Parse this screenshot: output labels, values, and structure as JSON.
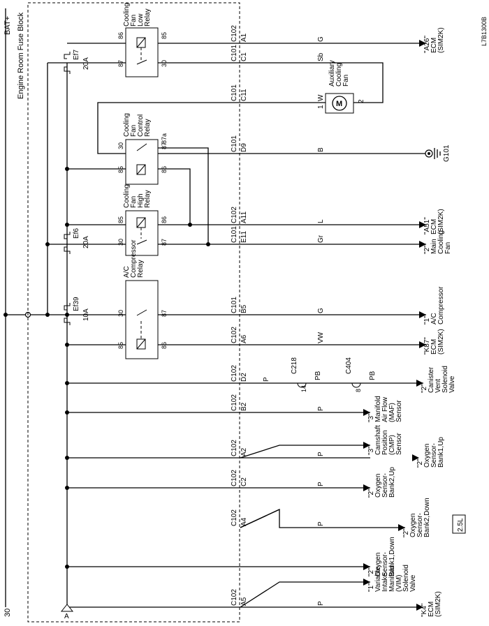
{
  "diagram": {
    "bat_label": "BAT+",
    "bat_number": "30",
    "fuse_block_label": "Engine Room Fuse Block",
    "ref_code": "L7B1300B",
    "ground_marker": "A",
    "variant_box": "2.5L",
    "ground_label": "G101",
    "fuses": [
      {
        "name": "Ef7",
        "rating": "20A"
      },
      {
        "name": "Ef6",
        "rating": "20A"
      },
      {
        "name": "Ef39",
        "rating": "10A"
      }
    ],
    "relays": [
      {
        "name_lines": [
          "Cooling",
          "Fan",
          "Low",
          "Relay"
        ],
        "pins": [
          "86",
          "85",
          "87",
          "30"
        ]
      },
      {
        "name_lines": [
          "Cooling",
          "Fan",
          "Control",
          "Relay"
        ],
        "pins": [
          "30",
          "87",
          "87a",
          "85",
          "86"
        ]
      },
      {
        "name_lines": [
          "Cooling",
          "Fan",
          "High",
          "Relay"
        ],
        "pins": [
          "85",
          "86",
          "30",
          "87"
        ]
      },
      {
        "name_lines": [
          "A/C",
          "Compressor",
          "Relay"
        ],
        "pins": [
          "30",
          "87",
          "85",
          "86"
        ]
      }
    ],
    "motor": {
      "name_lines": [
        "Auxiliary",
        "Cooling",
        "Fan"
      ],
      "symbol": "M",
      "pins": [
        "1",
        "2"
      ]
    },
    "connectors": [
      {
        "conn": "C102",
        "pin": "A1",
        "wire": "G"
      },
      {
        "conn": "C101",
        "pin": "C1",
        "wire": "Sb"
      },
      {
        "conn": "C101",
        "pin": "C11",
        "wire": "W"
      },
      {
        "conn": "C101",
        "pin": "D9",
        "wire": "B"
      },
      {
        "conn": "C102",
        "pin": "A11",
        "wire": "L"
      },
      {
        "conn": "C101",
        "pin": "E11",
        "wire": "Gr"
      },
      {
        "conn": "C101",
        "pin": "B5",
        "wire": "G"
      },
      {
        "conn": "C102",
        "pin": "A6",
        "wire": "VW"
      },
      {
        "conn": "C102",
        "pin": "D2",
        "wire": "P"
      },
      {
        "conn": "C102",
        "pin": "B2",
        "wire": "P"
      },
      {
        "conn": "C102",
        "pin": "A2",
        "wire": "P"
      },
      {
        "conn": "C102",
        "pin": "C2",
        "wire": "P"
      },
      {
        "conn": "C102",
        "pin": "A4",
        "wire": "P"
      },
      {
        "conn": "C102",
        "pin": "A5",
        "wire": "P"
      }
    ],
    "inline": [
      {
        "conn": "C218",
        "pin": "14",
        "wire": "PB"
      },
      {
        "conn": "C404",
        "pin": "8",
        "wire": "PB"
      }
    ],
    "destinations": [
      {
        "ref": "\"A26\"",
        "lines": [
          "ECM",
          "(SIM2K)"
        ]
      },
      {
        "ref": "\"A51\"",
        "lines": [
          "ECM",
          "(SIM2K)"
        ]
      },
      {
        "ref": "\"2\"",
        "lines": [
          "Main",
          "Cooling",
          "Fan"
        ]
      },
      {
        "ref": "\"1\"",
        "lines": [
          "A/C",
          "Compressor"
        ]
      },
      {
        "ref": "\"K87\"",
        "lines": [
          "ECM",
          "(SIM2K)"
        ]
      },
      {
        "ref": "\"2\"",
        "lines": [
          "Canister",
          "Vent",
          "Solenoid",
          "Valve"
        ]
      },
      {
        "ref": "\"3\"",
        "lines": [
          "Manifold",
          "Air Flow",
          "(MAF)",
          "Sensor"
        ]
      },
      {
        "ref": "\"3\"",
        "lines": [
          "Camshaft",
          "Position",
          "(CMP)",
          "Sensor"
        ]
      },
      {
        "ref": "\"2\"",
        "lines": [
          "Oxygen",
          "Sensor-",
          "Bank1,Up"
        ]
      },
      {
        "ref": "\"2\"",
        "lines": [
          "Oxygen",
          "Sensor-",
          "Bank2,Up"
        ]
      },
      {
        "ref": "\"2\"",
        "lines": [
          "Oxygen",
          "Sensor-",
          "Bank2,Down"
        ]
      },
      {
        "ref": "\"2\"",
        "lines": [
          "Oxygen",
          "Sensor-",
          "Bank1,Down"
        ]
      },
      {
        "ref": "\"1\"",
        "lines": [
          "Variable",
          "Intake",
          "Manifold",
          "(VIM)",
          "Solenoid",
          "Valve"
        ]
      },
      {
        "ref": "\"K4\"",
        "lines": [
          "ECM",
          "(SIM2K)"
        ]
      }
    ]
  }
}
